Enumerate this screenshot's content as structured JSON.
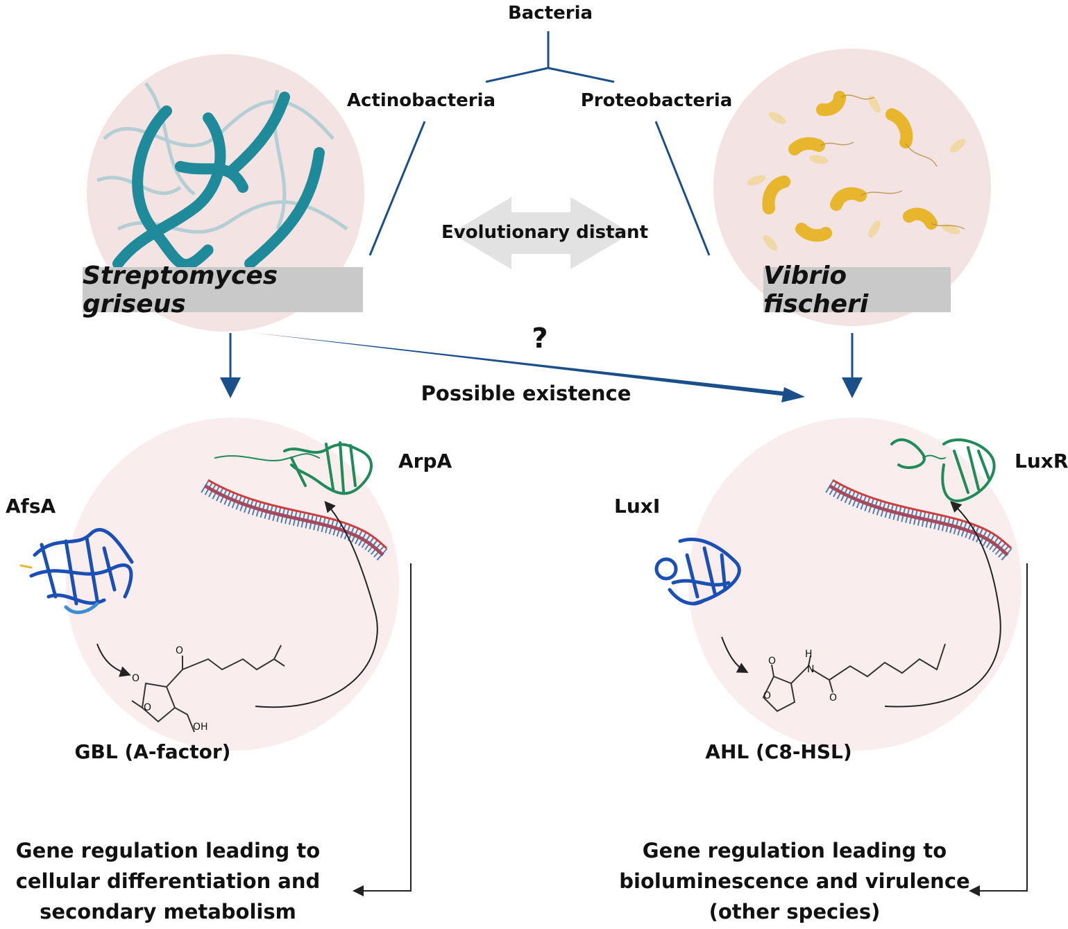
{
  "tree": {
    "root": "Bacteria",
    "left_branch": "Actinobacteria",
    "right_branch": "Proteobacteria"
  },
  "species": {
    "left": "Streptomyces griseus",
    "right": "Vibrio fischeri"
  },
  "relation": {
    "distance_label": "Evolutionary distant",
    "question_mark": "?",
    "possible_label": "Possible existence"
  },
  "left_system": {
    "synthase": "AfsA",
    "receptor": "ArpA",
    "signal": "GBL (A-factor)",
    "signal_oh": "OH",
    "signal_o1": "O",
    "signal_o2": "O",
    "signal_o3": "O",
    "outcome": "Gene regulation leading to cellular differentiation and secondary metabolism"
  },
  "right_system": {
    "synthase": "LuxI",
    "receptor": "LuxR",
    "signal": "AHL (C8-HSL)",
    "signal_h": "H",
    "signal_n": "N",
    "signal_o1": "O",
    "signal_o2": "O",
    "signal_o3": "O",
    "outcome": "Gene regulation leading to bioluminescence and virulence (other species)"
  },
  "colors": {
    "circle_fill": "#f3e3e3",
    "lower_circle_fill": "#f9eded",
    "line_blue": "#1b4f8a",
    "streptomyces": "#1f8a99",
    "vibrio": "#e8b62c",
    "protein_blue": "#1a4fb5",
    "protein_green": "#1f8a5a",
    "dna_red": "#d33a3a",
    "dna_blue": "#3b6fb0",
    "label_box": "#c9c9c9"
  }
}
